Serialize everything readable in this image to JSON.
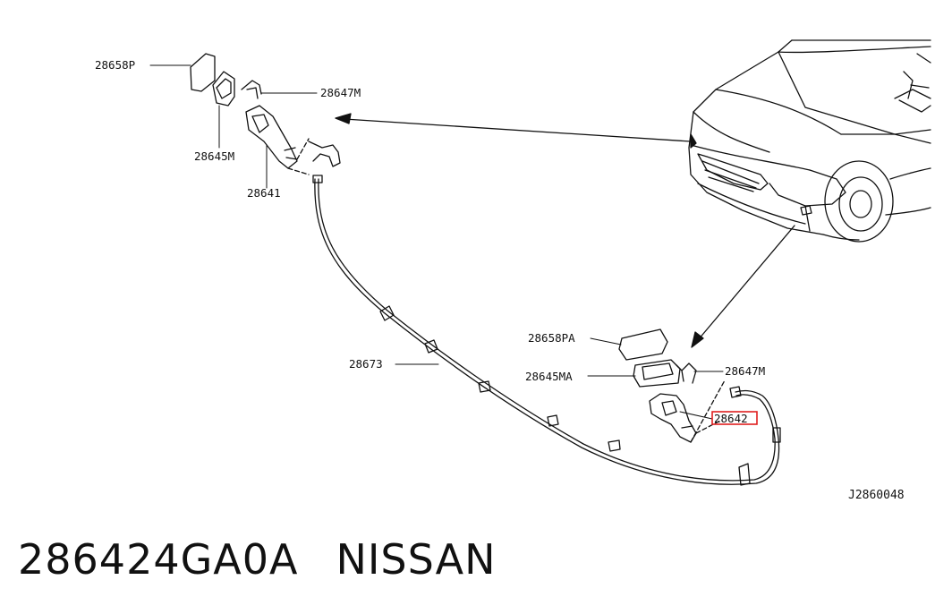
{
  "diagram": {
    "reference_code": "J2860048",
    "callouts": {
      "upper_cap": "28658P",
      "upper_clip": "28647M",
      "upper_bracket": "28645M",
      "upper_nozzle": "28641",
      "hose": "28673",
      "lower_cap": "28658PA",
      "lower_bracket": "28645MA",
      "lower_clip": "28647M",
      "lower_nozzle": "28642"
    },
    "highlight_color": "#e02020"
  },
  "footer": {
    "part_number": "286424GA0A",
    "brand": "NISSAN"
  }
}
